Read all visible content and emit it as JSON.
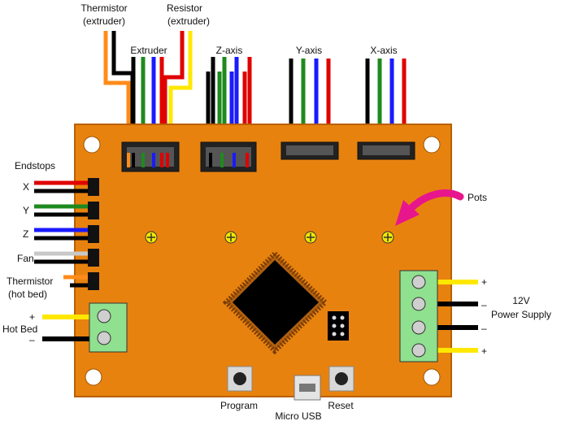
{
  "labels": {
    "thermistor_extruder_line1": "Thermistor",
    "thermistor_extruder_line2": "(extruder)",
    "resistor_extruder_line1": "Resistor",
    "resistor_extruder_line2": "(extruder)",
    "extruder": "Extruder",
    "z_axis": "Z-axis",
    "y_axis": "Y-axis",
    "x_axis": "X-axis",
    "endstops": "Endstops",
    "endstop_x": "X",
    "endstop_y": "Y",
    "endstop_z": "Z",
    "fan": "Fan",
    "thermistor_bed_line1": "Thermistor",
    "thermistor_bed_line2": "(hot bed)",
    "hot_bed": "Hot Bed",
    "plus": "+",
    "minus": "–",
    "pots": "Pots",
    "psu_line1": "12V",
    "psu_line2": "Power Supply",
    "program": "Program",
    "micro_usb": "Micro USB",
    "reset": "Reset"
  },
  "colors": {
    "board": "#e8820f",
    "board_edge": "#b86000",
    "terminal": "#8fe08f",
    "wire_black": "#000000",
    "wire_green": "#1e8a1e",
    "wire_blue": "#1a1aff",
    "wire_red": "#e00000",
    "wire_yellow": "#ffe800",
    "wire_orange": "#ff8c1a",
    "wire_grey": "#c8c8c8",
    "arrow_pink": "#e8168c",
    "pot": "#f2e600"
  }
}
